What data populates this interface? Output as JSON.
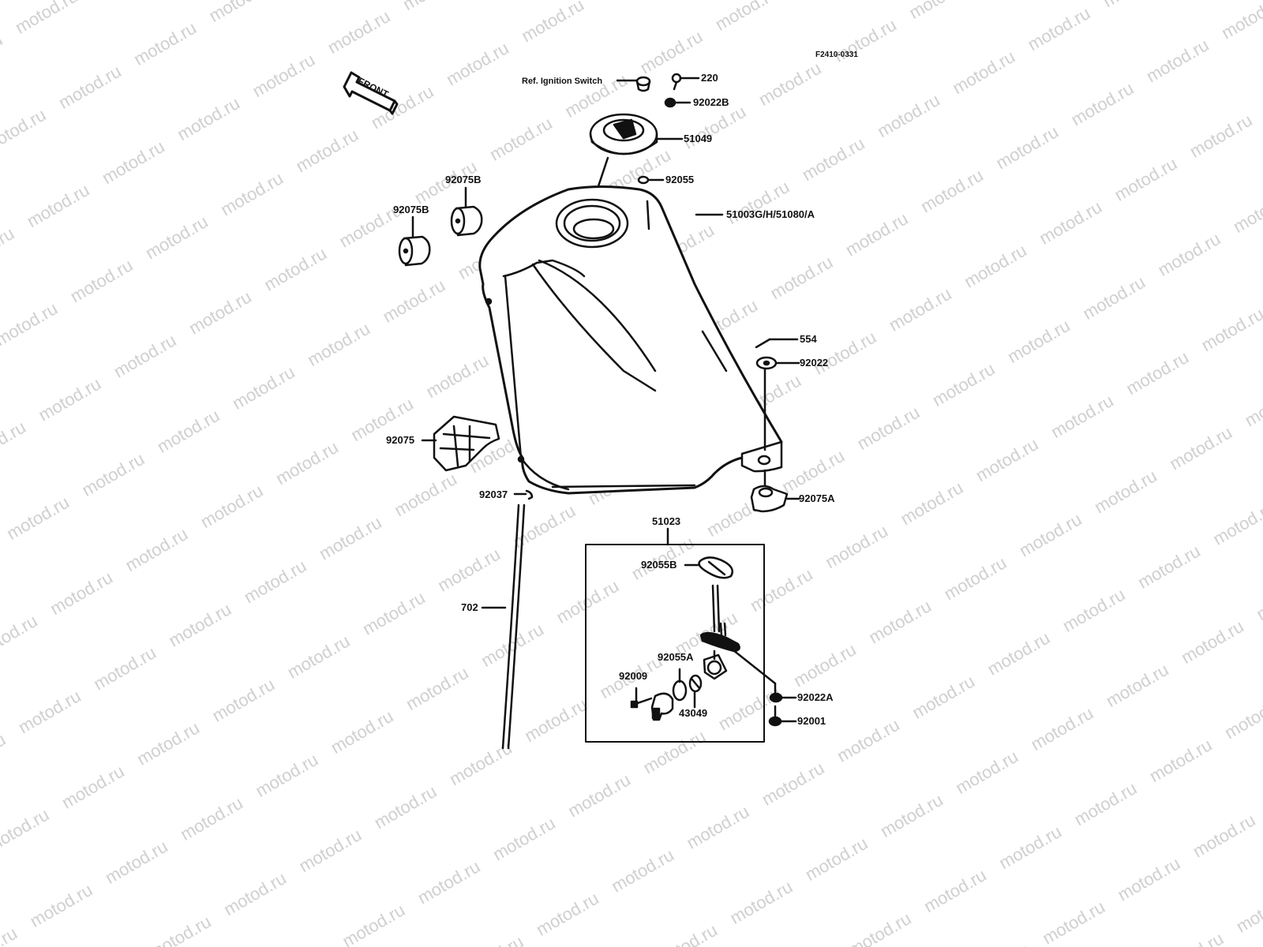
{
  "diagram": {
    "figure_code": "F2410-0331",
    "watermark_text": "motod.ru",
    "front_arrow_label": "FRONT",
    "parts": [
      {
        "id": "ref-ignition",
        "label": "Ref. Ignition Switch",
        "name": "ignition-switch-reference"
      },
      {
        "id": "p220",
        "label": "220",
        "name": "bolt"
      },
      {
        "id": "p92022B",
        "label": "92022B",
        "name": "washer"
      },
      {
        "id": "p51049",
        "label": "51049",
        "name": "fuel-cap"
      },
      {
        "id": "p92055",
        "label": "92055",
        "name": "o-ring"
      },
      {
        "id": "p92075B_1",
        "label": "92075B",
        "name": "damper"
      },
      {
        "id": "p92075B_2",
        "label": "92075B",
        "name": "damper"
      },
      {
        "id": "p51003",
        "label": "51003G/H/51080/A",
        "name": "fuel-tank"
      },
      {
        "id": "p554",
        "label": "554",
        "name": "clip"
      },
      {
        "id": "p92022",
        "label": "92022",
        "name": "washer"
      },
      {
        "id": "p92075",
        "label": "92075",
        "name": "tank-pad"
      },
      {
        "id": "p92075A",
        "label": "92075A",
        "name": "damper"
      },
      {
        "id": "p92037",
        "label": "92037",
        "name": "clamp"
      },
      {
        "id": "p702",
        "label": "702",
        "name": "breather-tube"
      },
      {
        "id": "p51023",
        "label": "51023",
        "name": "fuel-tap-assembly"
      },
      {
        "id": "p92055B",
        "label": "92055B",
        "name": "gasket"
      },
      {
        "id": "p92055A",
        "label": "92055A",
        "name": "o-ring"
      },
      {
        "id": "p92009",
        "label": "92009",
        "name": "screw"
      },
      {
        "id": "p43049",
        "label": "43049",
        "name": "filter"
      },
      {
        "id": "p92022A",
        "label": "92022A",
        "name": "washer"
      },
      {
        "id": "p92001",
        "label": "92001",
        "name": "bolt"
      }
    ]
  },
  "colors": {
    "line": "#111111",
    "watermark": "#c8c8c8",
    "background": "#ffffff"
  }
}
